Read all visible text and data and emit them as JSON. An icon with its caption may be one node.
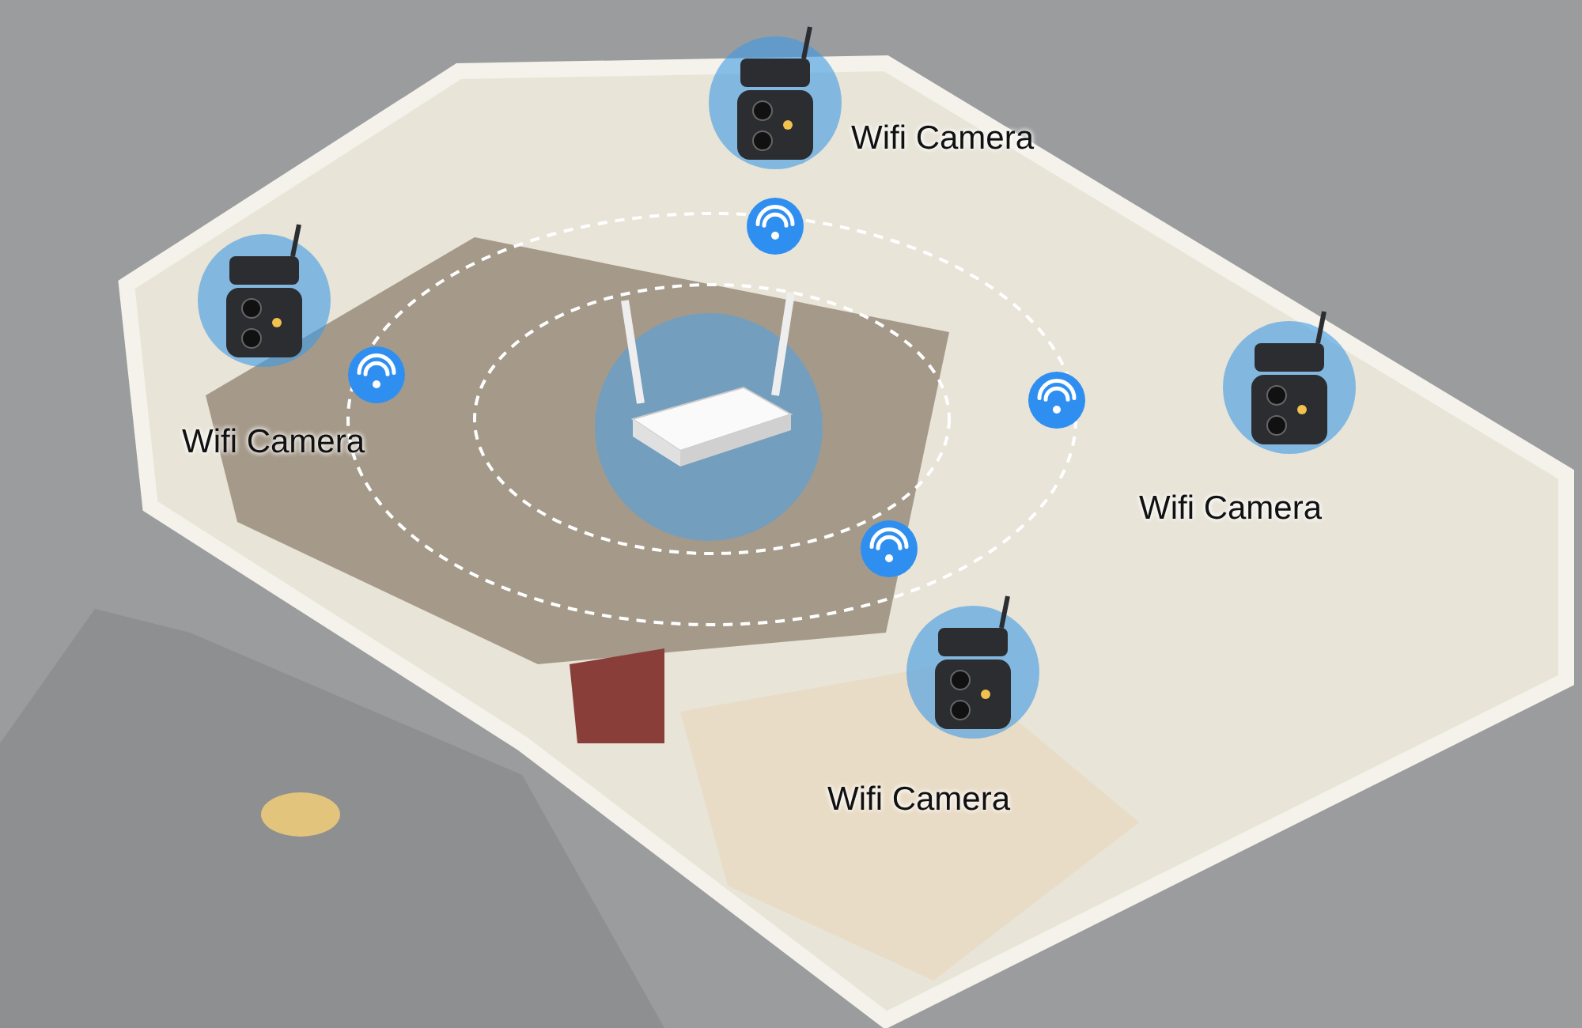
{
  "diagram": {
    "labels": [
      "Wifi Camera",
      "Wifi Camera",
      "Wifi Camera",
      "Wifi Camera"
    ]
  }
}
